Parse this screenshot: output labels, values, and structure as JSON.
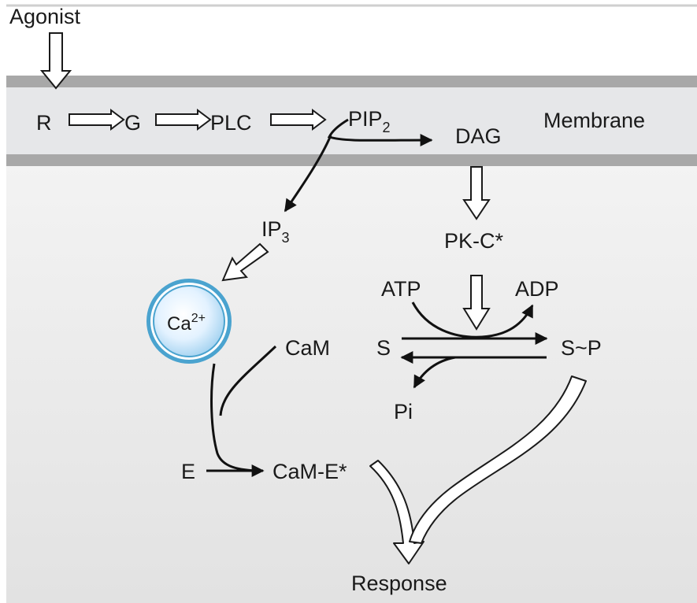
{
  "diagram": {
    "agonist": "Agonist",
    "membrane": "Membrane",
    "receptor": "R",
    "g_protein": "G",
    "plc": "PLC",
    "pip2": {
      "base": "PIP",
      "sub": "2"
    },
    "dag": "DAG",
    "ip3": {
      "base": "IP",
      "sub": "3"
    },
    "pkc": "PK-C*",
    "atp": "ATP",
    "adp": "ADP",
    "substrate": "S",
    "phospho_substrate": "S~P",
    "pi": "Pi",
    "calcium": {
      "base": "Ca",
      "sup": "2+"
    },
    "calmodulin": "CaM",
    "enzyme": "E",
    "cam_e": "CaM-E*",
    "response": "Response"
  },
  "colors": {
    "membrane_band": "#a8a8a8",
    "membrane_fill": "#e6e7e9",
    "cytoplasm_top": "#f6f6f6",
    "cytoplasm_bottom": "#e3e3e3",
    "vesicle_ring": "#4aa3cf",
    "vesicle_fill": "#dcefff"
  }
}
